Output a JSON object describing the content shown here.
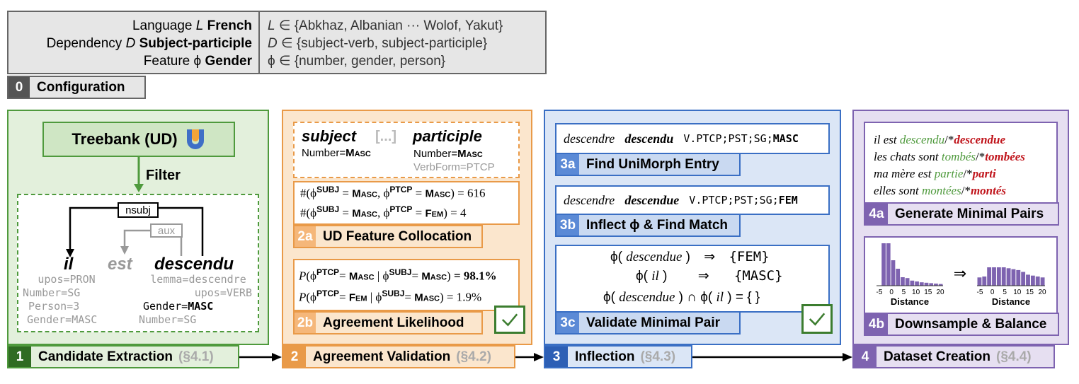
{
  "config": {
    "rows": [
      {
        "label": "Language",
        "var": "L",
        "value": "French",
        "domain": "∈ {Abkhaz, Albanian ··· Wolof, Yakut}"
      },
      {
        "label": "Dependency",
        "var": "D",
        "value": "Subject-participle",
        "domain": "∈ {subject-verb, subject-participle}"
      },
      {
        "label": "Feature",
        "var": "ϕ",
        "value": "Gender",
        "domain": "∈ {number, gender, person}"
      }
    ],
    "step_num": "0",
    "step_title": "Configuration"
  },
  "stage1": {
    "treebank": "Treebank (UD)",
    "filter": "Filter",
    "nsubj": "nsubj",
    "aux": "aux",
    "words": [
      "il",
      "est",
      "descendu"
    ],
    "il_feats": [
      "upos=PRON",
      "Number=SG",
      "Person=3",
      "Gender=MASC"
    ],
    "descendu_feats": [
      "lemma=descendre",
      "upos=VERB",
      "Gender=",
      "MASC",
      "Number=SG"
    ],
    "step_num": "1",
    "step_title": "Candidate Extraction",
    "ref": "(§4.1)"
  },
  "stage2": {
    "subject": "subject",
    "ellipsis": "[...]",
    "participle": "participle",
    "subj_feat_key": "Number=",
    "subj_feat_val": "Masc",
    "ptcp_feat_key": "Number=",
    "ptcp_feat_val": "Masc",
    "ptcp_verbform": "VerbForm=PTCP",
    "count1": "= 616",
    "count2": "= 4",
    "sub2a_num": "2a",
    "sub2a_title": "UD Feature Collocation",
    "prob1": "= 98.1%",
    "prob2": "= 1.9%",
    "sub2b_num": "2b",
    "sub2b_title": "Agreement Likelihood",
    "step_num": "2",
    "step_title": "Agreement Validation",
    "ref": "(§4.2)"
  },
  "stage3": {
    "entry1_lemma": "descendre",
    "entry1_form": "descendu",
    "entry1_tags": "V.PTCP;PST;SG;",
    "entry1_tag_bold": "MASC",
    "sub3a_num": "3a",
    "sub3a_title": "Find UniMorph Entry",
    "entry2_lemma": "descendre",
    "entry2_form": "descendue",
    "entry2_tags": "V.PTCP;PST;SG;",
    "entry2_tag_bold": "FEM",
    "sub3b_num": "3b",
    "sub3b_title": "Inflect ϕ & Find Match",
    "val1_word": "descendue",
    "val1_result": "{FEM}",
    "val2_word": "il",
    "val2_result": "{MASC}",
    "val3_word1": "descendue",
    "val3_word2": "il",
    "val3_result": "= { }",
    "sub3c_num": "3c",
    "sub3c_title": "Validate Minimal Pair",
    "step_num": "3",
    "step_title": "Inflection",
    "ref": "(§4.3)"
  },
  "stage4": {
    "pairs": [
      {
        "prefix": "il est ",
        "good": "descendu",
        "bad": "descendue"
      },
      {
        "prefix": "les chats sont ",
        "good": "tombés",
        "bad": "tombées"
      },
      {
        "prefix": "ma mère est ",
        "good": "partie",
        "bad": "parti"
      },
      {
        "prefix": "elles sont ",
        "good": "montées",
        "bad": "montés"
      }
    ],
    "sub4a_num": "4a",
    "sub4a_title": "Generate Minimal Pairs",
    "hist_ticks": [
      "-5",
      "0",
      "5",
      "10",
      "15",
      "20"
    ],
    "hist_xlabel": "Distance",
    "hist_before": [
      0,
      1,
      1,
      0.6,
      0.4,
      0.2,
      0.18,
      0.12,
      0.1,
      0.08,
      0.07,
      0.06,
      0.05,
      0.04
    ],
    "hist_after": [
      0.45,
      0.5,
      1,
      1,
      1,
      1,
      0.95,
      0.9,
      0.85,
      0.75,
      0.6,
      0.55,
      0.5,
      0.45
    ],
    "sub4b_num": "4b",
    "sub4b_title": "Downsample & Balance",
    "step_num": "4",
    "step_title": "Dataset Creation",
    "ref": "(§4.4)"
  },
  "colors": {
    "green": "#4f9a3d",
    "green_light": "#e3f0dc",
    "green_dark": "#2f6b22",
    "orange": "#e99a48",
    "orange_light": "#fbe6cd",
    "blue": "#3a6fc4",
    "blue_light": "#dbe6f6",
    "purple": "#7e63b0",
    "purple_light": "#e6dff1",
    "gray": "#e6e6e6",
    "red": "#c0141b",
    "check_green": "#3c7d2f"
  }
}
